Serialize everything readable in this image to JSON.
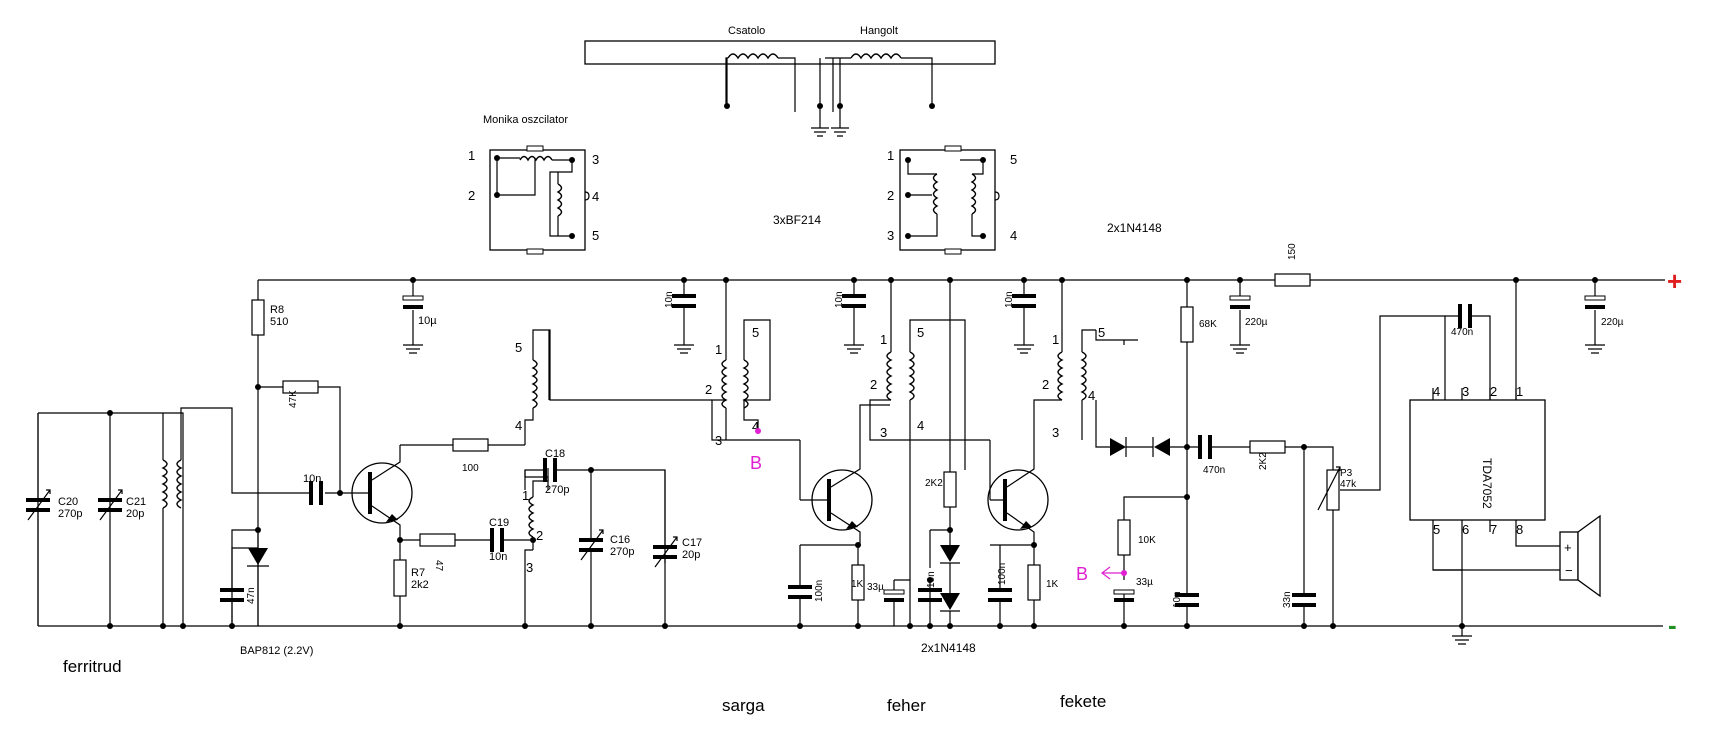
{
  "labels": {
    "csatolo": "Csatolo",
    "hangolt": "Hangolt",
    "monika": "Monika oszcilator",
    "bf214": "3xBF214",
    "n4148_top": "2x1N4148",
    "n4148_bottom": "2x1N4148",
    "bap": "BAP812 (2.2V)",
    "ferritrud": "ferritrud",
    "sarga": "sarga",
    "feher": "feher",
    "fekete": "fekete",
    "tda": "TDA7052",
    "plus": "+",
    "minus": "-",
    "b1": "B",
    "b2": "B"
  },
  "components": {
    "c20": "C20",
    "c20v": "270p",
    "c21": "C21",
    "c21v": "20p",
    "r8": "R8",
    "r8v": "510",
    "r47k": "47K",
    "c10u": "10µ",
    "c47n": "47n",
    "c10n_a": "10n",
    "r100": "100",
    "r47": "47",
    "r7": "R7",
    "r7v": "2k2",
    "c19": "C19",
    "c19v": "10n",
    "c18": "C18",
    "c18v": "270p",
    "c16": "C16",
    "c16v": "270p",
    "c17": "C17",
    "c17v": "20p",
    "c10n_b": "10n",
    "c10n_c": "10n",
    "c10n_d": "10n",
    "c100n_a": "100n",
    "r1k_a": "1K",
    "c33u_a": "33µ",
    "c10n_e": "10n",
    "r2k2": "2K2",
    "c100n_b": "100n",
    "r1k_b": "1K",
    "r68k": "68K",
    "c220u_a": "220µ",
    "r150": "150",
    "c220u_b": "220µ",
    "c470n_a": "470n",
    "c470n_b": "470n",
    "r2k2_b": "2K2",
    "p3": "P3",
    "p3v": "47k",
    "r10k": "10K",
    "c33u_b": "33µ",
    "c10n_f": "10n",
    "c33n": "33n"
  },
  "pins": {
    "p1": "1",
    "p2": "2",
    "p3": "3",
    "p4": "4",
    "p5": "5",
    "p6": "6",
    "p7": "7",
    "p8": "8"
  },
  "colors": {
    "plus": "#e02020",
    "minus": "#209020",
    "marker": "#e020d0"
  }
}
